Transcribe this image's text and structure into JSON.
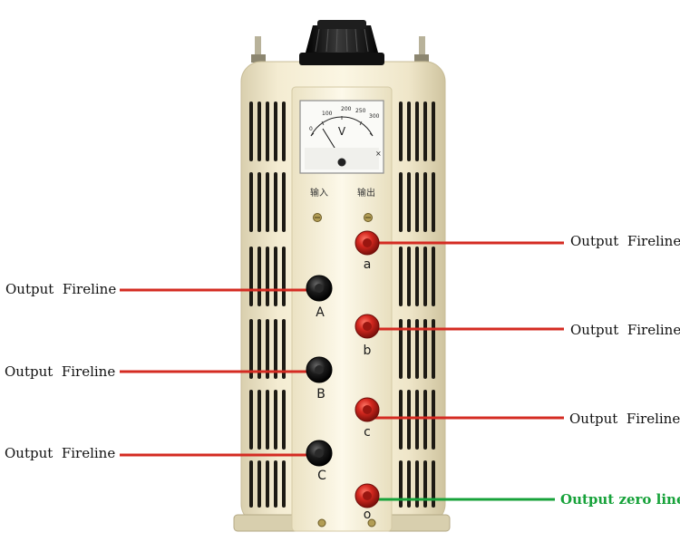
{
  "diagram": {
    "meter": {
      "unit": "V",
      "scale_labels": [
        "0",
        "100",
        "200",
        "250",
        "300"
      ]
    },
    "panel_labels": {
      "input": "输入",
      "output": "输出"
    },
    "terminals": {
      "A": "A",
      "B": "B",
      "C": "C",
      "a": "a",
      "b": "b",
      "c": "c",
      "o": "o"
    },
    "callouts": {
      "right_a": "Output  Fireline",
      "left_A": "Output  Fireline",
      "right_b": "Output  Fireline",
      "left_B": "Output  Fireline",
      "right_c": "Output  Fireline",
      "left_C": "Output  Fireline",
      "zero": "Output zero line"
    },
    "colors": {
      "fireline": "#d42b22",
      "zero_line": "#17a23a",
      "body": "#f1e9cf"
    }
  }
}
